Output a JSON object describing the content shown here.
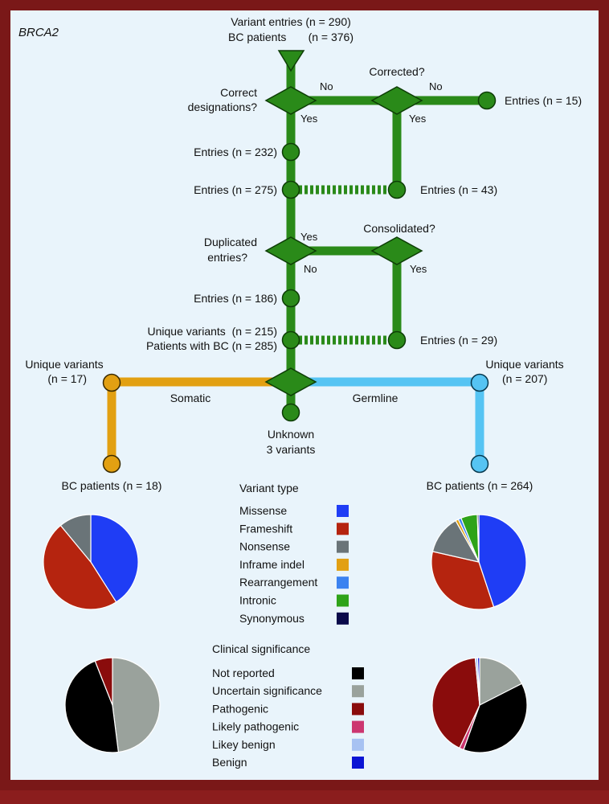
{
  "title": "BRCA2",
  "flow": {
    "top_entries": "Variant entries (n = 290)",
    "top_patients": "BC patients       (n = 376)",
    "q_correct_1": "Correct",
    "q_correct_2": "designations?",
    "q_corrected": "Corrected?",
    "no_1": "No",
    "no_2": "No",
    "yes_1": "Yes",
    "yes_2": "Yes",
    "entries_15": "Entries (n = 15)",
    "entries_232": "Entries (n = 232)",
    "entries_275": "Entries (n = 275)",
    "entries_43": "Entries (n = 43)",
    "q_dup_1": "Duplicated",
    "q_dup_2": "entries?",
    "yes_3": "Yes",
    "no_3": "No",
    "q_consolidated": "Consolidated?",
    "yes_4": "Yes",
    "entries_186": "Entries (n = 186)",
    "unique_215": "Unique variants  (n = 215)",
    "patients_285": "Patients with BC (n = 285)",
    "entries_29": "Entries (n = 29)",
    "somatic_uv_1": "Unique variants",
    "somatic_uv_2": "(n = 17)",
    "germline_uv_1": "Unique variants",
    "germline_uv_2": "(n = 207)",
    "somatic": "Somatic",
    "germline": "Germline",
    "unknown_1": "Unknown",
    "unknown_2": "3 variants",
    "somatic_patients": "BC patients (n = 18)",
    "germline_patients": "BC patients (n = 264)"
  },
  "legend_variant": {
    "title": "Variant type",
    "items": [
      {
        "label": "Missense",
        "color": "#1f3df5"
      },
      {
        "label": "Frameshift",
        "color": "#b5240f"
      },
      {
        "label": "Nonsense",
        "color": "#6a7478"
      },
      {
        "label": "Inframe indel",
        "color": "#e2a012"
      },
      {
        "label": "Rearrangement",
        "color": "#3b82f0"
      },
      {
        "label": "Intronic",
        "color": "#2ea319"
      },
      {
        "label": "Synonymous",
        "color": "#0a0a4a"
      }
    ]
  },
  "legend_clinical": {
    "title": "Clinical significance",
    "items": [
      {
        "label": "Not reported",
        "color": "#000000"
      },
      {
        "label": "Uncertain significance",
        "color": "#9aa29c"
      },
      {
        "label": "Pathogenic",
        "color": "#8a0c0c"
      },
      {
        "label": "Likely pathogenic",
        "color": "#cc3670"
      },
      {
        "label": "Likey benign",
        "color": "#a7c2f2"
      },
      {
        "label": "Benign",
        "color": "#0a14d4"
      }
    ]
  },
  "chart_data": [
    {
      "type": "pie",
      "group": "somatic-variant-type",
      "categories": [
        "Missense",
        "Frameshift",
        "Nonsense"
      ],
      "values": [
        41,
        48,
        11
      ],
      "colors": [
        "#1f3df5",
        "#b5240f",
        "#6a7478"
      ]
    },
    {
      "type": "pie",
      "group": "germline-variant-type",
      "categories": [
        "Missense",
        "Frameshift",
        "Nonsense",
        "Inframe indel",
        "Rearrangement",
        "Intronic",
        "Synonymous"
      ],
      "values": [
        44,
        33,
        13,
        1,
        1,
        5.5,
        0.5
      ],
      "colors": [
        "#1f3df5",
        "#b5240f",
        "#6a7478",
        "#e2a012",
        "#3b82f0",
        "#2ea319",
        "#0a0a4a"
      ]
    },
    {
      "type": "pie",
      "group": "somatic-clinical-significance",
      "categories": [
        "Uncertain significance",
        "Not reported",
        "Pathogenic"
      ],
      "values": [
        48,
        46,
        6
      ],
      "colors": [
        "#9aa29c",
        "#000000",
        "#8a0c0c"
      ]
    },
    {
      "type": "pie",
      "group": "germline-clinical-significance",
      "categories": [
        "Uncertain significance",
        "Not reported",
        "Likely pathogenic",
        "Pathogenic",
        "Likey benign",
        "Benign"
      ],
      "values": [
        17.5,
        38,
        1.5,
        41.5,
        0.8,
        0.7
      ],
      "colors": [
        "#9aa29c",
        "#000000",
        "#cc3670",
        "#8a0c0c",
        "#a7c2f2",
        "#0a14d4"
      ]
    }
  ]
}
